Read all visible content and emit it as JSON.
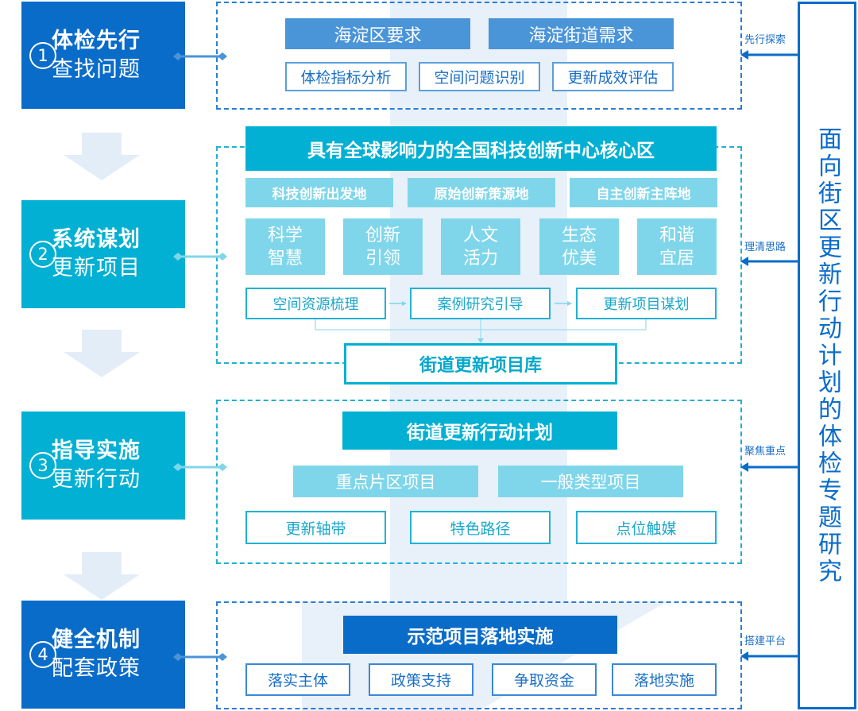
{
  "colors": {
    "dark_blue": "#0a6cc9",
    "cyan": "#02b0d3",
    "light_cyan": "#7fd6ea",
    "mid_blue": "#4a94d8",
    "bg_arrow": "#e8f0fa"
  },
  "steps": [
    {
      "number": "1",
      "title": "体检先行",
      "subtitle": "查找问题",
      "color": "dark_blue"
    },
    {
      "number": "2",
      "title": "系统谋划",
      "subtitle": "更新项目",
      "color": "cyan"
    },
    {
      "number": "3",
      "title": "指导实施",
      "subtitle": "更新行动",
      "color": "cyan"
    },
    {
      "number": "4",
      "title": "健全机制",
      "subtitle": "配套政策",
      "color": "dark_blue"
    }
  ],
  "panel1": {
    "headers": [
      "海淀区要求",
      "海淀街道需求"
    ],
    "items": [
      "体检指标分析",
      "空间问题识别",
      "更新成效评估"
    ]
  },
  "panel2": {
    "title": "具有全球影响力的全国科技创新中心核心区",
    "subtitles": [
      "科技创新出发地",
      "原始创新策源地",
      "自主创新主阵地"
    ],
    "goals": [
      {
        "line1": "科学",
        "line2": "智慧"
      },
      {
        "line1": "创新",
        "line2": "引领"
      },
      {
        "line1": "人文",
        "line2": "活力"
      },
      {
        "line1": "生态",
        "line2": "优美"
      },
      {
        "line1": "和谐",
        "line2": "宜居"
      }
    ],
    "process": [
      "空间资源梳理",
      "案例研究引导",
      "更新项目谋划"
    ],
    "library": "街道更新项目库"
  },
  "panel3": {
    "title": "街道更新行动计划",
    "categories": [
      "重点片区项目",
      "一般类型项目"
    ],
    "items": [
      "更新轴带",
      "特色路径",
      "点位触媒"
    ]
  },
  "panel4": {
    "title": "示范项目落地实施",
    "items": [
      "落实主体",
      "政策支持",
      "争取资金",
      "落地实施"
    ]
  },
  "side": {
    "labels": [
      "先行探索",
      "理清思路",
      "聚焦重点",
      "搭建平台"
    ],
    "title": "面向街区更新行动计划的体检专题研究"
  }
}
